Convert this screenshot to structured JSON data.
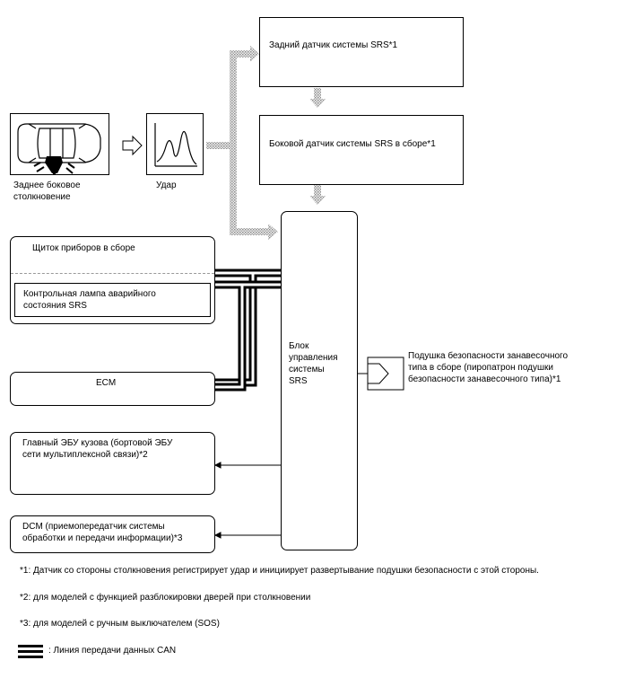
{
  "collision": {
    "label_line1": "Заднее боковое",
    "label_line2": "столкновение"
  },
  "impact": {
    "label": "Удар"
  },
  "rear_sensor": {
    "label": "Задний датчик системы SRS*1"
  },
  "side_sensor": {
    "label": "Боковой датчик системы SRS в сборе*1"
  },
  "combination_meter": {
    "label": "Щиток приборов в сборе",
    "lamp_line1": "Контрольная лампа аварийного",
    "lamp_line2": "состояния SRS"
  },
  "ecm": {
    "label": "ECM"
  },
  "airbag_ecu": {
    "line1": "Блок",
    "line2": "управления",
    "line3": "системы",
    "line4": "SRS"
  },
  "curtain_airbag": {
    "line1": "Подушка безопасности занавесочного",
    "line2": "типа в сборе (пиропатрон подушки",
    "line3": "безопасности занавесочного типа)*1"
  },
  "body_ecu": {
    "line1": "Главный ЭБУ кузова (бортовой ЭБУ",
    "line2": "сети мультиплексной связи)*2"
  },
  "dcm": {
    "line1": "DCM (приемопередатчик системы",
    "line2": "обработки и передачи информации)*3"
  },
  "notes": {
    "note1": "*1: Датчик со стороны столкновения регистрирует удар и инициирует развертывание подушки безопасности с этой стороны.",
    "note2": "*2: для моделей с функцией разблокировки дверей при столкновении",
    "note3": "*3: для моделей с ручным выключателем (SOS)"
  },
  "legend": {
    "can_line": ": Линия передачи данных CAN"
  }
}
